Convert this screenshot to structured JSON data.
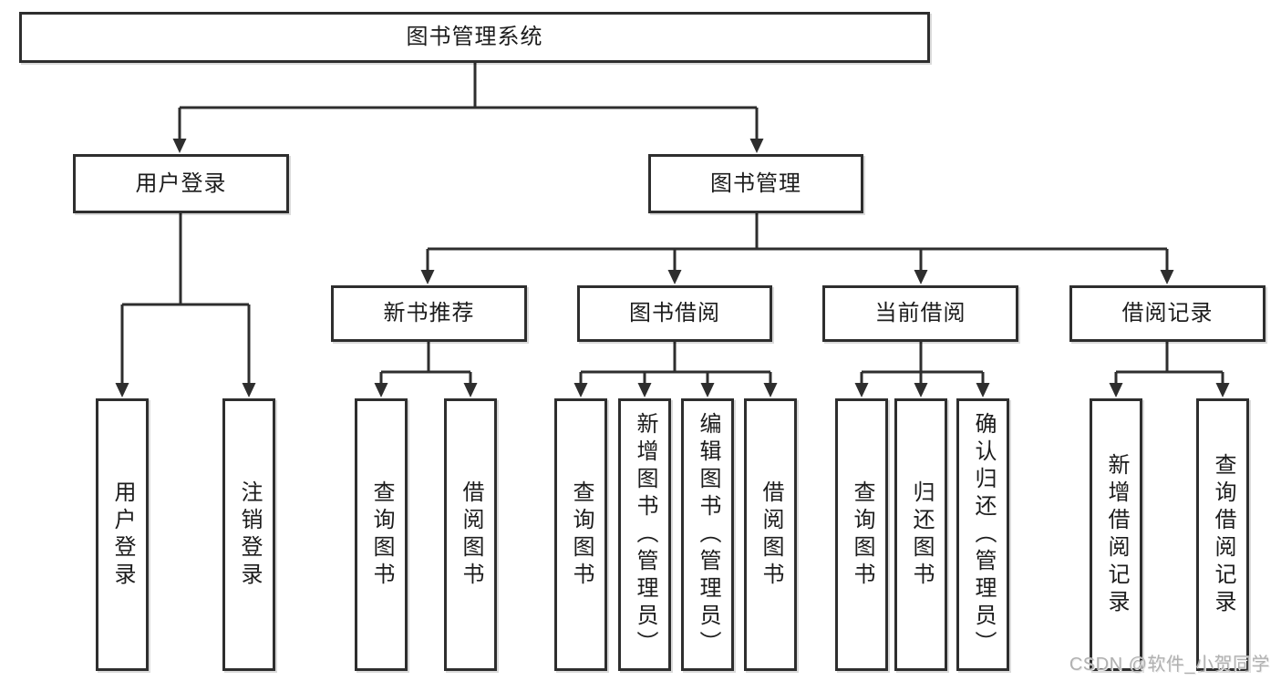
{
  "tree": {
    "label": "图书管理系统",
    "children": [
      {
        "label": "用户登录",
        "children": [
          {
            "label": "用户登录"
          },
          {
            "label": "注销登录"
          }
        ]
      },
      {
        "label": "图书管理",
        "children": [
          {
            "label": "新书推荐",
            "children": [
              {
                "label": "查询图书"
              },
              {
                "label": "借阅图书"
              }
            ]
          },
          {
            "label": "图书借阅",
            "children": [
              {
                "label": "查询图书"
              },
              {
                "label": "新增图书（管理员）"
              },
              {
                "label": "编辑图书（管理员）"
              },
              {
                "label": "借阅图书"
              }
            ]
          },
          {
            "label": "当前借阅",
            "children": [
              {
                "label": "查询图书"
              },
              {
                "label": "归还图书"
              },
              {
                "label": "确认归还（管理员）"
              }
            ]
          },
          {
            "label": "借阅记录",
            "children": [
              {
                "label": "新增借阅记录"
              },
              {
                "label": "查询借阅记录"
              }
            ]
          }
        ]
      }
    ]
  },
  "watermark": "CSDN @软件_小贺同学",
  "colors": {
    "line": "#2e2e2e",
    "text": "#1c1c1c",
    "watermark": "#b1b1b1",
    "background": "#ffffff"
  }
}
